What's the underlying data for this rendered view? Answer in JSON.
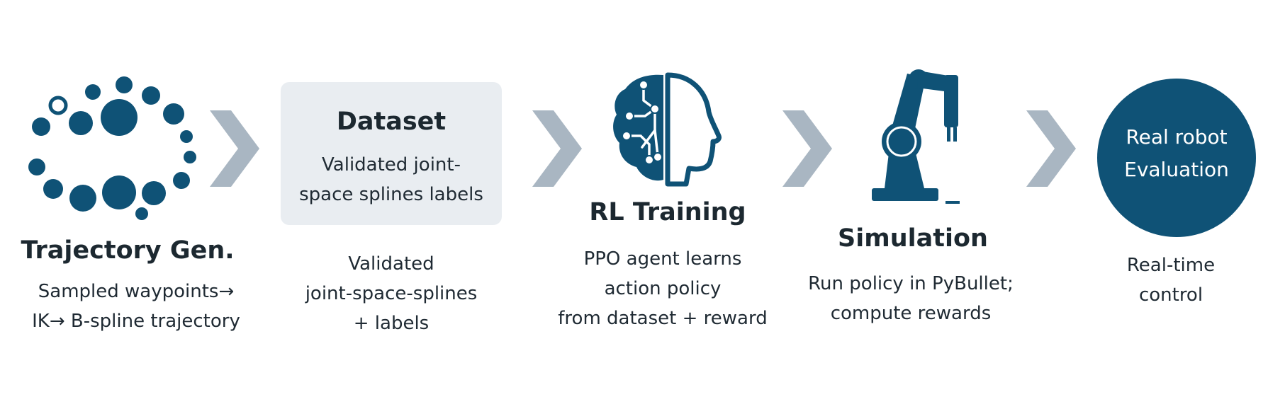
{
  "colors": {
    "primary": "#0f5276",
    "arrow": "#a9b6c2",
    "box": "#e9edf1",
    "text": "#1f2a33"
  },
  "steps": [
    {
      "icon": "waypoints-cluster-icon",
      "title": "Trajectory Gen.",
      "description": [
        "Sampled waypoints→",
        "IK→ B-spline trajectory"
      ]
    },
    {
      "icon": "",
      "title": "Dataset",
      "box_text": [
        "Validated joint-",
        "space splines labels"
      ],
      "description": [
        "Validated",
        "joint-space-splines",
        "+ labels"
      ]
    },
    {
      "icon": "brain-head-icon",
      "title": "RL Training",
      "description": [
        "PPO agent learns",
        "action policy",
        "from dataset + reward"
      ]
    },
    {
      "icon": "robot-arm-icon",
      "title": "Simulation",
      "description": [
        "Run policy in PyBullet;",
        "compute rewards"
      ]
    },
    {
      "icon": "",
      "title": "",
      "circle_text": [
        "Real robot",
        "Evaluation"
      ],
      "description": [
        "Real-time",
        "control"
      ]
    }
  ],
  "connectors": [
    "chevron-arrow-icon",
    "chevron-arrow-icon",
    "chevron-arrow-icon",
    "chevron-arrow-icon"
  ]
}
